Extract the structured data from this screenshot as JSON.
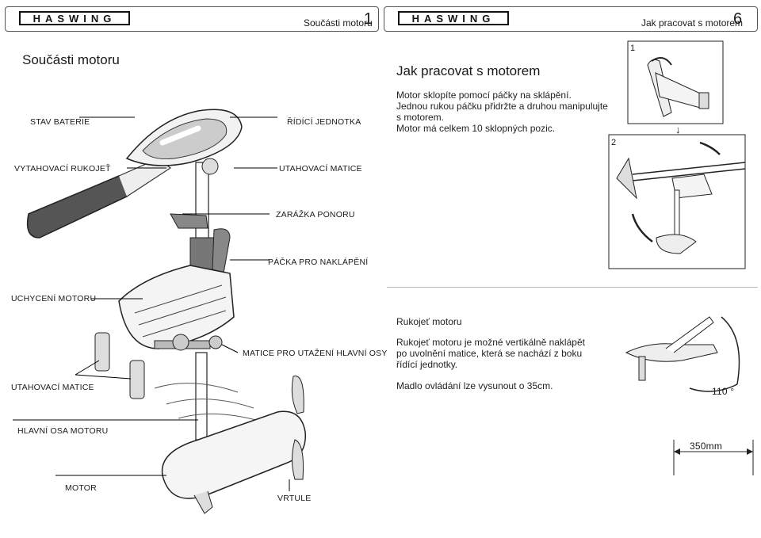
{
  "left_header": {
    "brand": "HASWING",
    "section": "Součásti motoru",
    "page_number": "1"
  },
  "right_header": {
    "brand": "HASWING",
    "section": "Jak pracovat s motorem",
    "page_number": "6"
  },
  "left_page": {
    "title": "Součásti motoru",
    "labels": {
      "battery_status": "STAV BATERIE",
      "control_unit": "ŘÍDÍCÍ JEDNOTKA",
      "telescopic_handle": "VYTAHOVACÍ RUKOJEŤ",
      "tighten_nut_top": "UTAHOVACÍ MATICE",
      "depth_stop": "ZARÁŽKA PONORU",
      "tilt_lever": "PÁČKA PRO NAKLÁPĚNÍ",
      "motor_mount": "UCHYCENÍ MOTORU",
      "shaft_clamp_nut": "MATICE PRO UTAŽENÍ HLAVNÍ OSY",
      "tighten_nut_bottom": "UTAHOVACÍ MATICE",
      "main_shaft": "HLAVNÍ OSA MOTORU",
      "motor": "MOTOR",
      "propeller": "VRTULE"
    }
  },
  "right_page": {
    "title": "Jak pracovat s motorem",
    "paragraph1": [
      "Motor sklopíte pomocí páčky na sklápění.",
      "Jednou rukou páčku přidržte a druhou manipulujte",
      "s motorem.",
      "Motor má celkem 10 sklopných pozic."
    ],
    "step1": "1",
    "step2": "2",
    "handle_title": "Rukojeť motoru",
    "paragraph2": [
      "Rukojeť motoru je možné vertikálně naklápět",
      "po uvolnění matice, která se nachází z boku",
      "řídící jednotky."
    ],
    "paragraph3": "Madlo ovládání lze vysunout o 35cm.",
    "angle_label": "110 °",
    "length_label": "350mm"
  }
}
